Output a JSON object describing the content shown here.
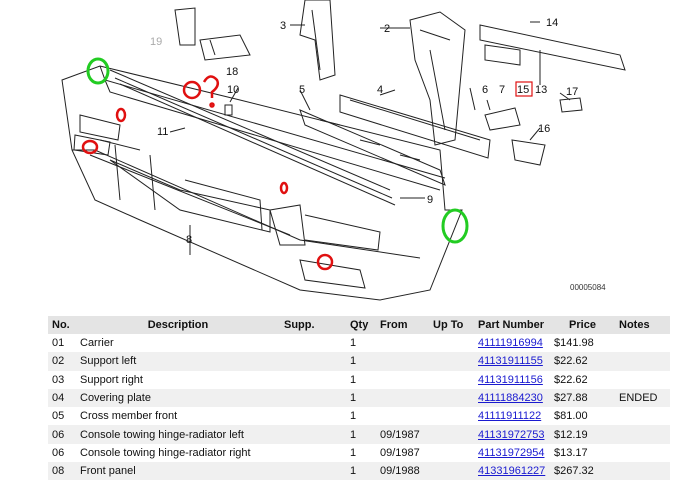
{
  "diagram": {
    "callouts": [
      "1",
      "2",
      "3",
      "4",
      "5",
      "6",
      "8",
      "9",
      "10",
      "11",
      "13",
      "14",
      "15",
      "16",
      "17",
      "18",
      "19"
    ],
    "drawing_code": "00005084",
    "annotation": "?"
  },
  "table": {
    "headers": {
      "no": "No.",
      "description": "Description",
      "supp": "Supp.",
      "qty": "Qty",
      "from": "From",
      "to": "Up To",
      "part_number": "Part Number",
      "price": "Price",
      "notes": "Notes"
    },
    "rows": [
      {
        "no": "01",
        "description": "Carrier",
        "supp": "",
        "qty": "1",
        "from": "",
        "to": "",
        "part_number": "41111916994",
        "price": "$141.98",
        "notes": ""
      },
      {
        "no": "02",
        "description": "Support left",
        "supp": "",
        "qty": "1",
        "from": "",
        "to": "",
        "part_number": "41131911155",
        "price": "$22.62",
        "notes": ""
      },
      {
        "no": "03",
        "description": "Support right",
        "supp": "",
        "qty": "1",
        "from": "",
        "to": "",
        "part_number": "41131911156",
        "price": "$22.62",
        "notes": ""
      },
      {
        "no": "04",
        "description": "Covering plate",
        "supp": "",
        "qty": "1",
        "from": "",
        "to": "",
        "part_number": "41111884230",
        "price": "$27.88",
        "notes": "ENDED"
      },
      {
        "no": "05",
        "description": "Cross member front",
        "supp": "",
        "qty": "1",
        "from": "",
        "to": "",
        "part_number": "41111911122",
        "price": "$81.00",
        "notes": ""
      },
      {
        "no": "06",
        "description": "Console towing hinge-radiator left",
        "supp": "",
        "qty": "1",
        "from": "09/1987",
        "to": "",
        "part_number": "41131972753",
        "price": "$12.19",
        "notes": ""
      },
      {
        "no": "06",
        "description": "Console towing hinge-radiator right",
        "supp": "",
        "qty": "1",
        "from": "09/1987",
        "to": "",
        "part_number": "41131972954",
        "price": "$13.17",
        "notes": ""
      },
      {
        "no": "08",
        "description": "Front panel",
        "supp": "",
        "qty": "1",
        "from": "09/1988",
        "to": "",
        "part_number": "41331961227",
        "price": "$267.32",
        "notes": ""
      }
    ]
  },
  "colors": {
    "annotation_red": "#e01010",
    "annotation_green": "#22cc22",
    "link": "#1a1ad0",
    "header_bg": "#e4e4e4",
    "alt_row": "#f0f0f0"
  }
}
